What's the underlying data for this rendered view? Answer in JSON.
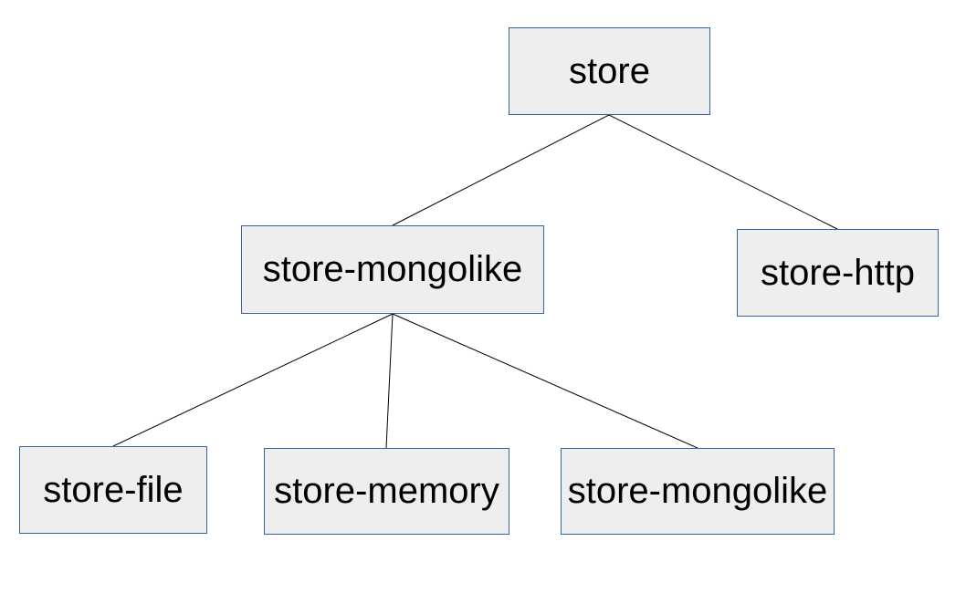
{
  "nodes": {
    "store": "store",
    "store_mongolike": "store-mongolike",
    "store_http": "store-http",
    "store_file": "store-file",
    "store_memory": "store-memory",
    "store_mongolike_child": "store-mongolike"
  },
  "edges": [
    [
      "store",
      "store_mongolike"
    ],
    [
      "store",
      "store_http"
    ],
    [
      "store_mongolike",
      "store_file"
    ],
    [
      "store_mongolike",
      "store_memory"
    ],
    [
      "store_mongolike",
      "store_mongolike_child"
    ]
  ],
  "colors": {
    "node_fill": "#eeeeee",
    "node_border": "#3465a4",
    "edge": "#000000"
  }
}
